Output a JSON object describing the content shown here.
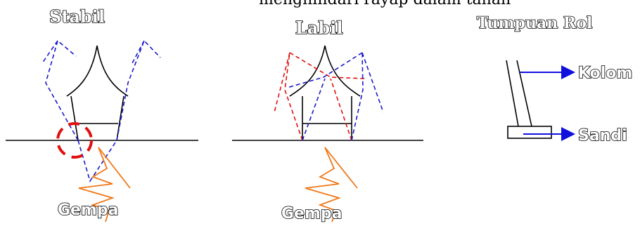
{
  "caption_top": "menghindari rayap dalam tanah",
  "stable": {
    "title": "Stabil",
    "quake_label": "Gempa"
  },
  "unstable": {
    "title": "Labil",
    "quake_label": "Gempa"
  },
  "roller": {
    "title": "Tumpuan Rol",
    "column_label": "Kolom",
    "base_label": "Sandi"
  },
  "colors": {
    "blue": "#1a1acc",
    "red": "#e01010",
    "orange": "#f07818",
    "arrow": "#1010dd"
  }
}
